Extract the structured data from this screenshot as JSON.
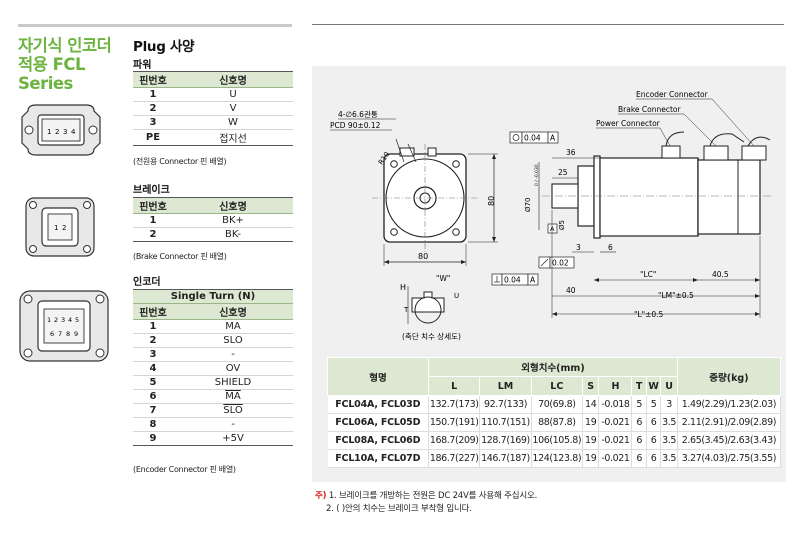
{
  "series_title": [
    "자기식 인코더",
    "적용 FCL",
    "Series"
  ],
  "plug_title": "Plug 사양",
  "power": {
    "label": "파워",
    "headers": [
      "핀번호",
      "신호명"
    ],
    "rows": [
      [
        "1",
        "U"
      ],
      [
        "2",
        "V"
      ],
      [
        "3",
        "W"
      ],
      [
        "PE",
        "접지선"
      ]
    ],
    "note": "(전원용 Connector 핀 배열)"
  },
  "brake": {
    "label": "브레이크",
    "headers": [
      "핀번호",
      "신호명"
    ],
    "rows": [
      [
        "1",
        "BK+"
      ],
      [
        "2",
        "BK-"
      ]
    ],
    "note": "(Brake Connector 핀 배열)"
  },
  "encoder": {
    "label": "인코더",
    "group_header": "Single Turn (N)",
    "headers": [
      "핀번호",
      "신호명"
    ],
    "rows": [
      [
        "1",
        "MA"
      ],
      [
        "2",
        "SLO"
      ],
      [
        "3",
        "-"
      ],
      [
        "4",
        "OV"
      ],
      [
        "5",
        "SHIELD"
      ],
      [
        "6",
        "MA"
      ],
      [
        "7",
        "SLO"
      ],
      [
        "8",
        "-"
      ],
      [
        "9",
        "+5V"
      ]
    ],
    "note": "(Encoder Connector 핀 배열)"
  },
  "connector_pins": {
    "power": [
      "1",
      "2",
      "3",
      "4"
    ],
    "brake": [
      "1",
      "2"
    ],
    "encoder_top": [
      "1",
      "2",
      "3",
      "4",
      "5"
    ],
    "encoder_bottom": [
      "6",
      "7",
      "8",
      "9"
    ]
  },
  "drawing": {
    "hole_note": "4-∅6.6관통",
    "pcd": "PCD 90±0.12",
    "radius": "R10",
    "front_width": "80",
    "front_height": "80",
    "encoder_connector": "Encoder Connector",
    "brake_connector": "Brake Connector",
    "power_connector": "Power Connector",
    "runout_1": "0.04",
    "runout_2": "0.04",
    "runout_ref": "A",
    "datum_a": "A",
    "flatness": "0.02",
    "dim_36": "36",
    "dim_25": "25",
    "pilot_dia": "Ø70",
    "pilot_tol": "0 / -0.030",
    "shaft_dia": "Ø5",
    "dim_3": "3",
    "dim_6": "6",
    "lc": "\"LC\"",
    "dim_40_5": "40.5",
    "dim_40": "40",
    "lm": "\"LM\"±0.5",
    "l": "\"L\"±0.5",
    "w_label": "\"W\"",
    "h_label": "H",
    "t_label": "T",
    "u_label": "U",
    "shaft_caption": "(축단 치수 상세도)"
  },
  "dim_table": {
    "header_model": "형명",
    "header_dims": "외형치수(mm)",
    "header_weight": "중량(kg)",
    "columns": [
      "L",
      "LM",
      "LC",
      "S",
      "H",
      "T",
      "W",
      "U"
    ],
    "rows": [
      [
        "FCL04A, FCL03D",
        "132.7(173)",
        "92.7(133)",
        "70(69.8)",
        "14",
        "-0.018",
        "5",
        "5",
        "3",
        "1.49(2.29)/1.23(2.03)"
      ],
      [
        "FCL06A, FCL05D",
        "150.7(191)",
        "110.7(151)",
        "88(87.8)",
        "19",
        "-0.021",
        "6",
        "6",
        "3.5",
        "2.11(2.91)/2.09(2.89)"
      ],
      [
        "FCL08A, FCL06D",
        "168.7(209)",
        "128.7(169)",
        "106(105.8)",
        "19",
        "-0.021",
        "6",
        "6",
        "3.5",
        "2.65(3.45)/2.63(3.43)"
      ],
      [
        "FCL10A, FCL07D",
        "186.7(227)",
        "146.7(187)",
        "124(123.8)",
        "19",
        "-0.021",
        "6",
        "6",
        "3.5",
        "3.27(4.03)/2.75(3.55)"
      ]
    ]
  },
  "footnotes": {
    "mark": "주)",
    "line1": "1. 브레이크를 개방하는 전원은 DC 24V를 사용해 주십시오.",
    "line2": "2. ( )안의 치수는 브레이크 부착형 입니다."
  },
  "colors": {
    "accent": "#6cb33f",
    "table_header": "#dde8d2",
    "drawing_bg": "#f0f0f0"
  }
}
